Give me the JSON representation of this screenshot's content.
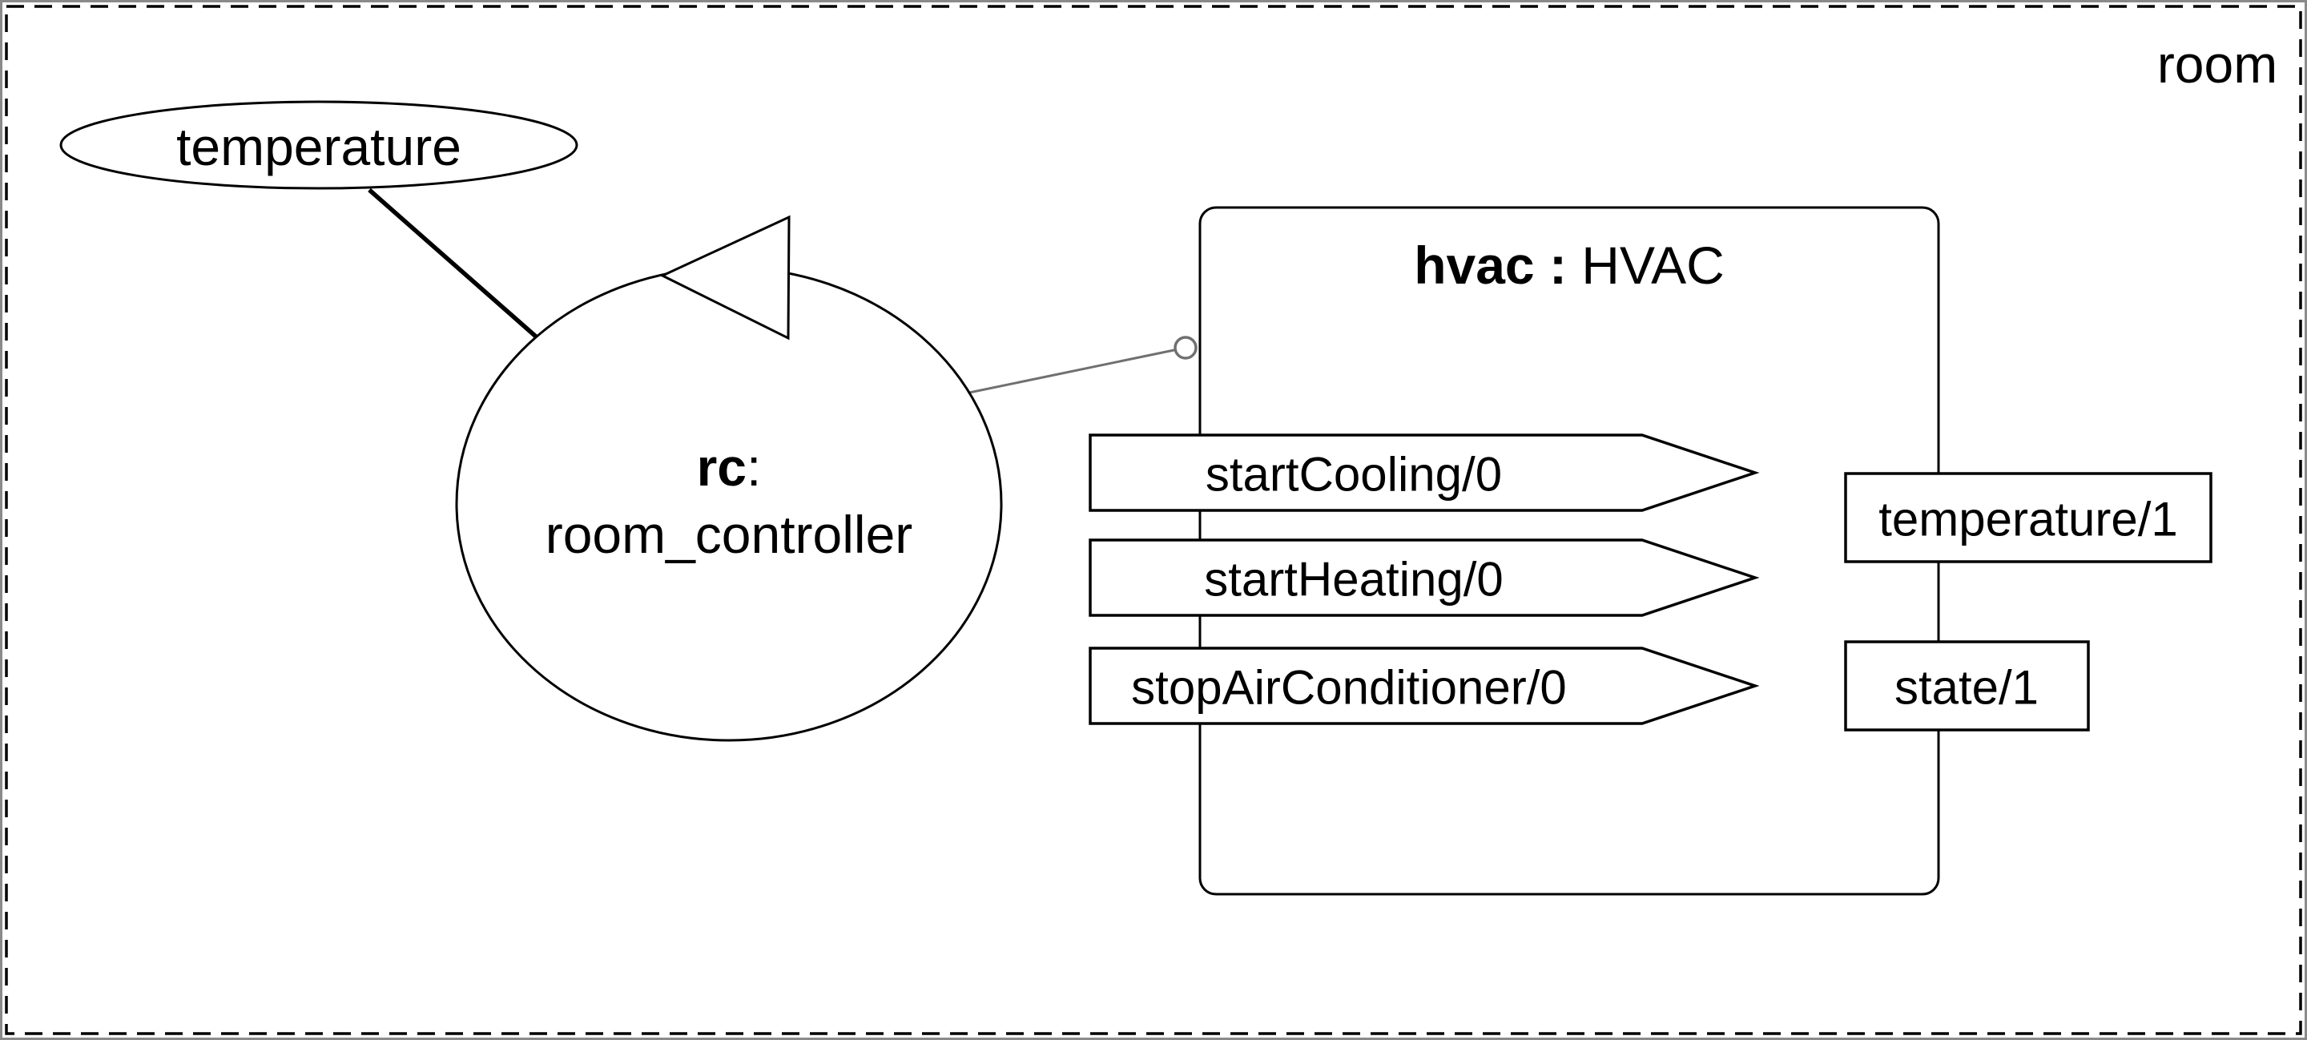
{
  "diagram": {
    "room_label": "room",
    "temperature_node": {
      "label": "temperature"
    },
    "controller": {
      "name": "rc",
      "separator": ":",
      "type": "room_controller"
    },
    "hvac": {
      "name": "hvac",
      "separator": " : ",
      "type": "HVAC",
      "messages": [
        "startCooling/0",
        "startHeating/0",
        "stopAirConditioner/0"
      ],
      "ports": [
        "temperature/1",
        "state/1"
      ]
    },
    "colors": {
      "stroke": "#000000",
      "connector_gray": "#707070",
      "frame_gray": "#8a8a8a",
      "background": "#ffffff"
    }
  }
}
